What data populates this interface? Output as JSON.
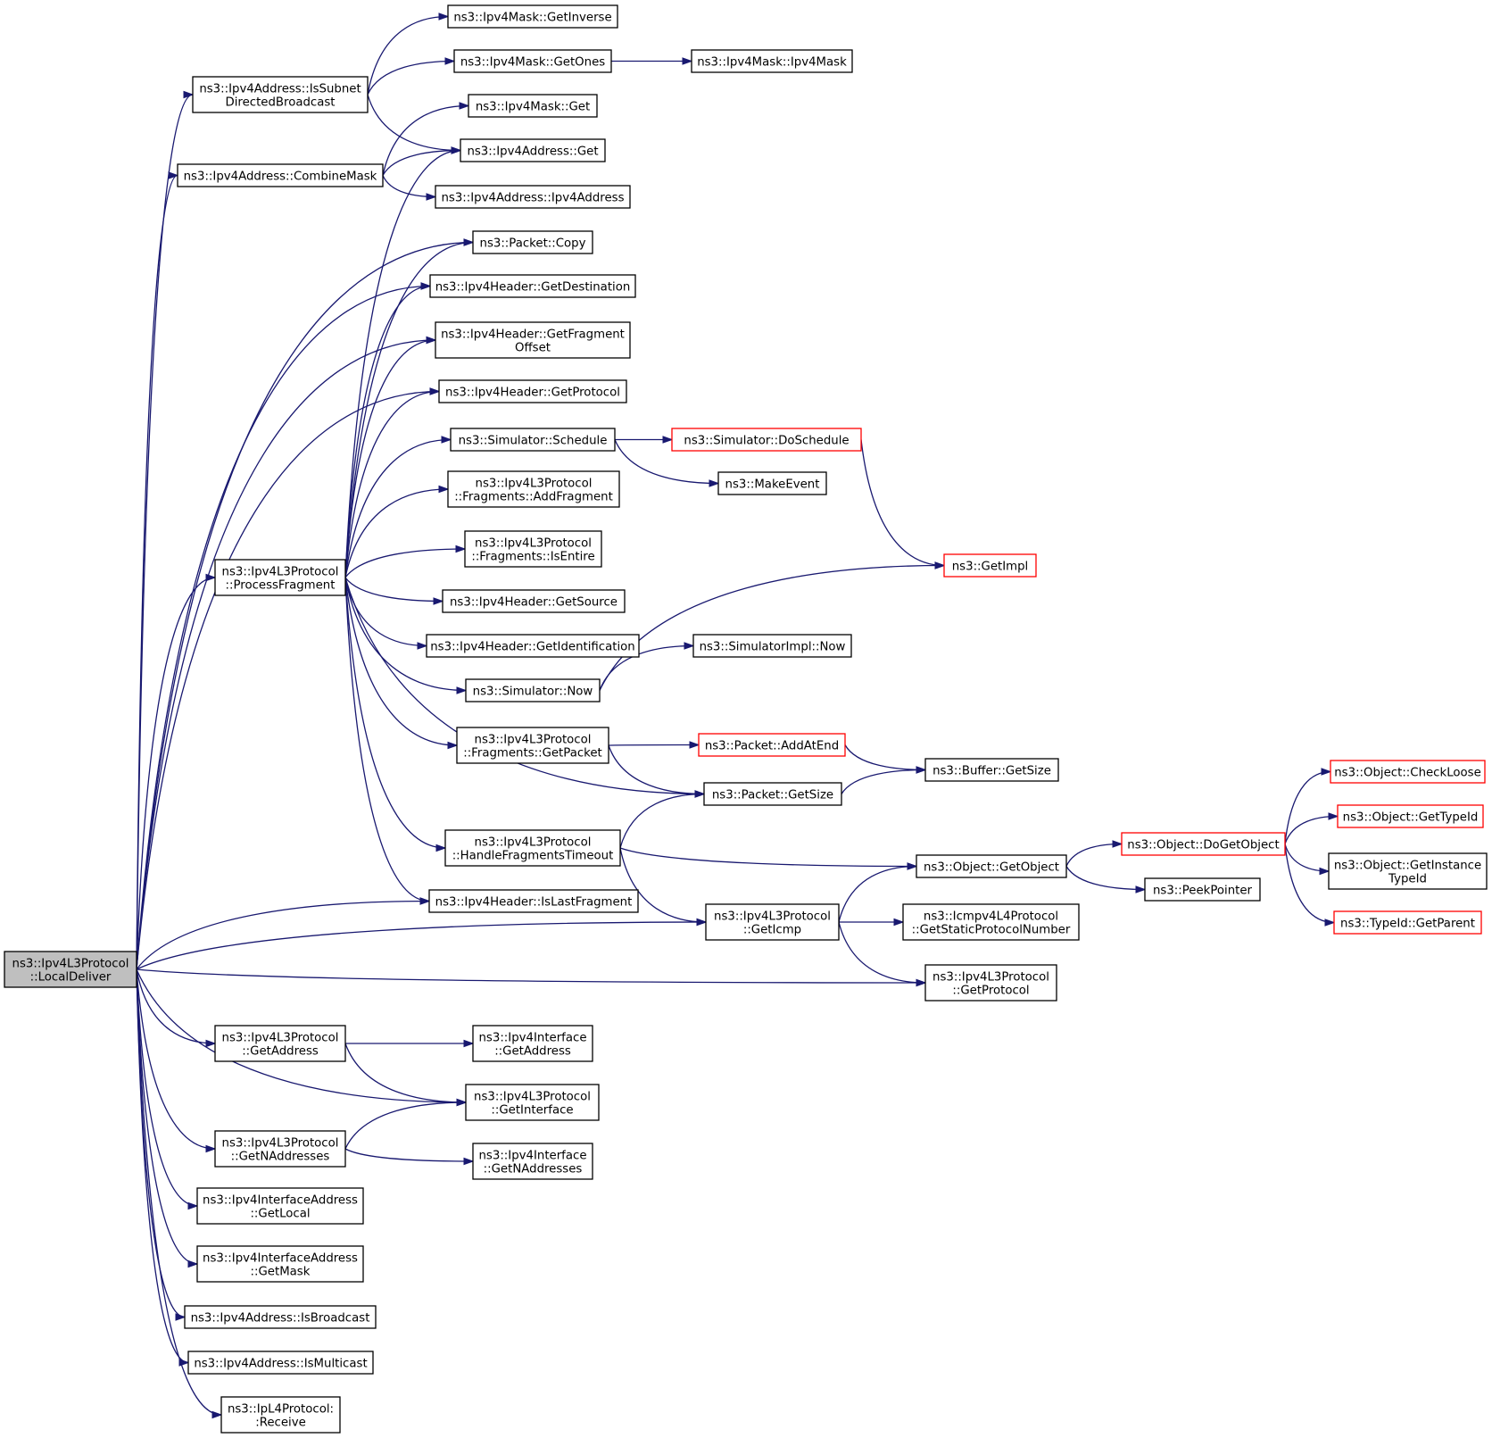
{
  "diagram": {
    "edge_color": "#191970",
    "root_fill": "#bfbfbf",
    "truncated_border": "#ff0000",
    "nodes": [
      {
        "id": "root",
        "lines": [
          "ns3::Ipv4L3Protocol",
          "::LocalDeliver"
        ],
        "style": "root"
      },
      {
        "id": "isSubnetDB",
        "lines": [
          "ns3::Ipv4Address::IsSubnet",
          "DirectedBroadcast"
        ]
      },
      {
        "id": "maskGetInverse",
        "lines": [
          "ns3::Ipv4Mask::GetInverse"
        ]
      },
      {
        "id": "maskGetOnes",
        "lines": [
          "ns3::Ipv4Mask::GetOnes"
        ]
      },
      {
        "id": "maskCtor",
        "lines": [
          "ns3::Ipv4Mask::Ipv4Mask"
        ]
      },
      {
        "id": "maskGet",
        "lines": [
          "ns3::Ipv4Mask::Get"
        ]
      },
      {
        "id": "addrGet",
        "lines": [
          "ns3::Ipv4Address::Get"
        ]
      },
      {
        "id": "combineMask",
        "lines": [
          "ns3::Ipv4Address::CombineMask"
        ]
      },
      {
        "id": "addrCtor",
        "lines": [
          "ns3::Ipv4Address::Ipv4Address"
        ]
      },
      {
        "id": "pktCopy",
        "lines": [
          "ns3::Packet::Copy"
        ]
      },
      {
        "id": "hdrGetDest",
        "lines": [
          "ns3::Ipv4Header::GetDestination"
        ]
      },
      {
        "id": "hdrGetFragOff",
        "lines": [
          "ns3::Ipv4Header::GetFragment",
          "Offset"
        ]
      },
      {
        "id": "hdrGetProto",
        "lines": [
          "ns3::Ipv4Header::GetProtocol"
        ]
      },
      {
        "id": "simSchedule",
        "lines": [
          "ns3::Simulator::Schedule"
        ]
      },
      {
        "id": "simDoSchedule",
        "lines": [
          "ns3::Simulator::DoSchedule"
        ],
        "style": "red"
      },
      {
        "id": "makeEvent",
        "lines": [
          "ns3::MakeEvent"
        ]
      },
      {
        "id": "fragAdd",
        "lines": [
          "ns3::Ipv4L3Protocol",
          "::Fragments::AddFragment"
        ]
      },
      {
        "id": "processFragment",
        "lines": [
          "ns3::Ipv4L3Protocol",
          "::ProcessFragment"
        ]
      },
      {
        "id": "fragIsEntire",
        "lines": [
          "ns3::Ipv4L3Protocol",
          "::Fragments::IsEntire"
        ]
      },
      {
        "id": "getImpl",
        "lines": [
          "ns3::GetImpl"
        ],
        "style": "red"
      },
      {
        "id": "hdrGetSource",
        "lines": [
          "ns3::Ipv4Header::GetSource"
        ]
      },
      {
        "id": "hdrGetIdent",
        "lines": [
          "ns3::Ipv4Header::GetIdentification"
        ]
      },
      {
        "id": "simImplNow",
        "lines": [
          "ns3::SimulatorImpl::Now"
        ]
      },
      {
        "id": "simNow",
        "lines": [
          "ns3::Simulator::Now"
        ]
      },
      {
        "id": "fragGetPacket",
        "lines": [
          "ns3::Ipv4L3Protocol",
          "::Fragments::GetPacket"
        ]
      },
      {
        "id": "pktAddAtEnd",
        "lines": [
          "ns3::Packet::AddAtEnd"
        ],
        "style": "red"
      },
      {
        "id": "bufGetSize",
        "lines": [
          "ns3::Buffer::GetSize"
        ]
      },
      {
        "id": "pktGetSize",
        "lines": [
          "ns3::Packet::GetSize"
        ]
      },
      {
        "id": "objCheckLoose",
        "lines": [
          "ns3::Object::CheckLoose"
        ],
        "style": "red"
      },
      {
        "id": "objGetTypeId",
        "lines": [
          "ns3::Object::GetTypeId"
        ],
        "style": "red"
      },
      {
        "id": "objDoGetObject",
        "lines": [
          "ns3::Object::DoGetObject"
        ],
        "style": "red"
      },
      {
        "id": "handleFragTimeout",
        "lines": [
          "ns3::Ipv4L3Protocol",
          "::HandleFragmentsTimeout"
        ]
      },
      {
        "id": "objGetObject",
        "lines": [
          "ns3::Object::GetObject"
        ]
      },
      {
        "id": "objGetInstTypeId",
        "lines": [
          "ns3::Object::GetInstance",
          "TypeId"
        ]
      },
      {
        "id": "peekPointer",
        "lines": [
          "ns3::PeekPointer"
        ]
      },
      {
        "id": "hdrIsLastFrag",
        "lines": [
          "ns3::Ipv4Header::IsLastFragment"
        ]
      },
      {
        "id": "getIcmp",
        "lines": [
          "ns3::Ipv4L3Protocol",
          "::GetIcmp"
        ]
      },
      {
        "id": "icmpGetStaticPN",
        "lines": [
          "ns3::Icmpv4L4Protocol",
          "::GetStaticProtocolNumber"
        ]
      },
      {
        "id": "typeIdGetParent",
        "lines": [
          "ns3::TypeId::GetParent"
        ],
        "style": "red"
      },
      {
        "id": "l3GetProtocol",
        "lines": [
          "ns3::Ipv4L3Protocol",
          "::GetProtocol"
        ]
      },
      {
        "id": "l3GetAddress",
        "lines": [
          "ns3::Ipv4L3Protocol",
          "::GetAddress"
        ]
      },
      {
        "id": "ifGetAddress",
        "lines": [
          "ns3::Ipv4Interface",
          "::GetAddress"
        ]
      },
      {
        "id": "l3GetInterface",
        "lines": [
          "ns3::Ipv4L3Protocol",
          "::GetInterface"
        ]
      },
      {
        "id": "l3GetNAddresses",
        "lines": [
          "ns3::Ipv4L3Protocol",
          "::GetNAddresses"
        ]
      },
      {
        "id": "ifGetNAddresses",
        "lines": [
          "ns3::Ipv4Interface",
          "::GetNAddresses"
        ]
      },
      {
        "id": "ifaGetLocal",
        "lines": [
          "ns3::Ipv4InterfaceAddress",
          "::GetLocal"
        ]
      },
      {
        "id": "ifaGetMask",
        "lines": [
          "ns3::Ipv4InterfaceAddress",
          "::GetMask"
        ]
      },
      {
        "id": "addrIsBroadcast",
        "lines": [
          "ns3::Ipv4Address::IsBroadcast"
        ]
      },
      {
        "id": "addrIsMulticast",
        "lines": [
          "ns3::Ipv4Address::IsMulticast"
        ]
      },
      {
        "id": "ipL4Receive",
        "lines": [
          "ns3::IpL4Protocol:",
          ":Receive"
        ]
      }
    ],
    "edges": [
      [
        "root",
        "isSubnetDB"
      ],
      [
        "root",
        "combineMask"
      ],
      [
        "root",
        "pktCopy"
      ],
      [
        "root",
        "hdrGetDest"
      ],
      [
        "root",
        "hdrGetFragOff"
      ],
      [
        "root",
        "hdrGetProto"
      ],
      [
        "root",
        "processFragment"
      ],
      [
        "root",
        "hdrIsLastFrag"
      ],
      [
        "root",
        "getIcmp"
      ],
      [
        "root",
        "l3GetProtocol"
      ],
      [
        "root",
        "l3GetAddress"
      ],
      [
        "root",
        "l3GetInterface"
      ],
      [
        "root",
        "l3GetNAddresses"
      ],
      [
        "root",
        "ifaGetLocal"
      ],
      [
        "root",
        "ifaGetMask"
      ],
      [
        "root",
        "addrIsBroadcast"
      ],
      [
        "root",
        "addrIsMulticast"
      ],
      [
        "root",
        "ipL4Receive"
      ],
      [
        "isSubnetDB",
        "maskGetInverse"
      ],
      [
        "isSubnetDB",
        "maskGetOnes"
      ],
      [
        "isSubnetDB",
        "addrGet"
      ],
      [
        "maskGetOnes",
        "maskCtor"
      ],
      [
        "combineMask",
        "maskGet"
      ],
      [
        "combineMask",
        "addrGet"
      ],
      [
        "combineMask",
        "addrCtor"
      ],
      [
        "processFragment",
        "addrGet"
      ],
      [
        "processFragment",
        "pktCopy"
      ],
      [
        "processFragment",
        "hdrGetDest"
      ],
      [
        "processFragment",
        "hdrGetFragOff"
      ],
      [
        "processFragment",
        "hdrGetProto"
      ],
      [
        "processFragment",
        "simSchedule"
      ],
      [
        "processFragment",
        "fragAdd"
      ],
      [
        "processFragment",
        "fragIsEntire"
      ],
      [
        "processFragment",
        "hdrGetSource"
      ],
      [
        "processFragment",
        "hdrGetIdent"
      ],
      [
        "processFragment",
        "simNow"
      ],
      [
        "processFragment",
        "fragGetPacket"
      ],
      [
        "processFragment",
        "pktGetSize"
      ],
      [
        "processFragment",
        "handleFragTimeout"
      ],
      [
        "processFragment",
        "hdrIsLastFrag"
      ],
      [
        "simSchedule",
        "simDoSchedule"
      ],
      [
        "simSchedule",
        "makeEvent"
      ],
      [
        "simDoSchedule",
        "getImpl"
      ],
      [
        "simNow",
        "simImplNow"
      ],
      [
        "simNow",
        "getImpl"
      ],
      [
        "fragGetPacket",
        "pktAddAtEnd"
      ],
      [
        "fragGetPacket",
        "pktGetSize"
      ],
      [
        "pktAddAtEnd",
        "bufGetSize"
      ],
      [
        "pktGetSize",
        "bufGetSize"
      ],
      [
        "handleFragTimeout",
        "pktGetSize"
      ],
      [
        "handleFragTimeout",
        "objGetObject"
      ],
      [
        "handleFragTimeout",
        "getIcmp"
      ],
      [
        "getIcmp",
        "objGetObject"
      ],
      [
        "getIcmp",
        "icmpGetStaticPN"
      ],
      [
        "getIcmp",
        "l3GetProtocol"
      ],
      [
        "objGetObject",
        "objDoGetObject"
      ],
      [
        "objGetObject",
        "peekPointer"
      ],
      [
        "objDoGetObject",
        "objCheckLoose"
      ],
      [
        "objDoGetObject",
        "objGetTypeId"
      ],
      [
        "objDoGetObject",
        "objGetInstTypeId"
      ],
      [
        "objDoGetObject",
        "typeIdGetParent"
      ],
      [
        "l3GetAddress",
        "ifGetAddress"
      ],
      [
        "l3GetAddress",
        "l3GetInterface"
      ],
      [
        "l3GetNAddresses",
        "l3GetInterface"
      ],
      [
        "l3GetNAddresses",
        "ifGetNAddresses"
      ]
    ]
  }
}
